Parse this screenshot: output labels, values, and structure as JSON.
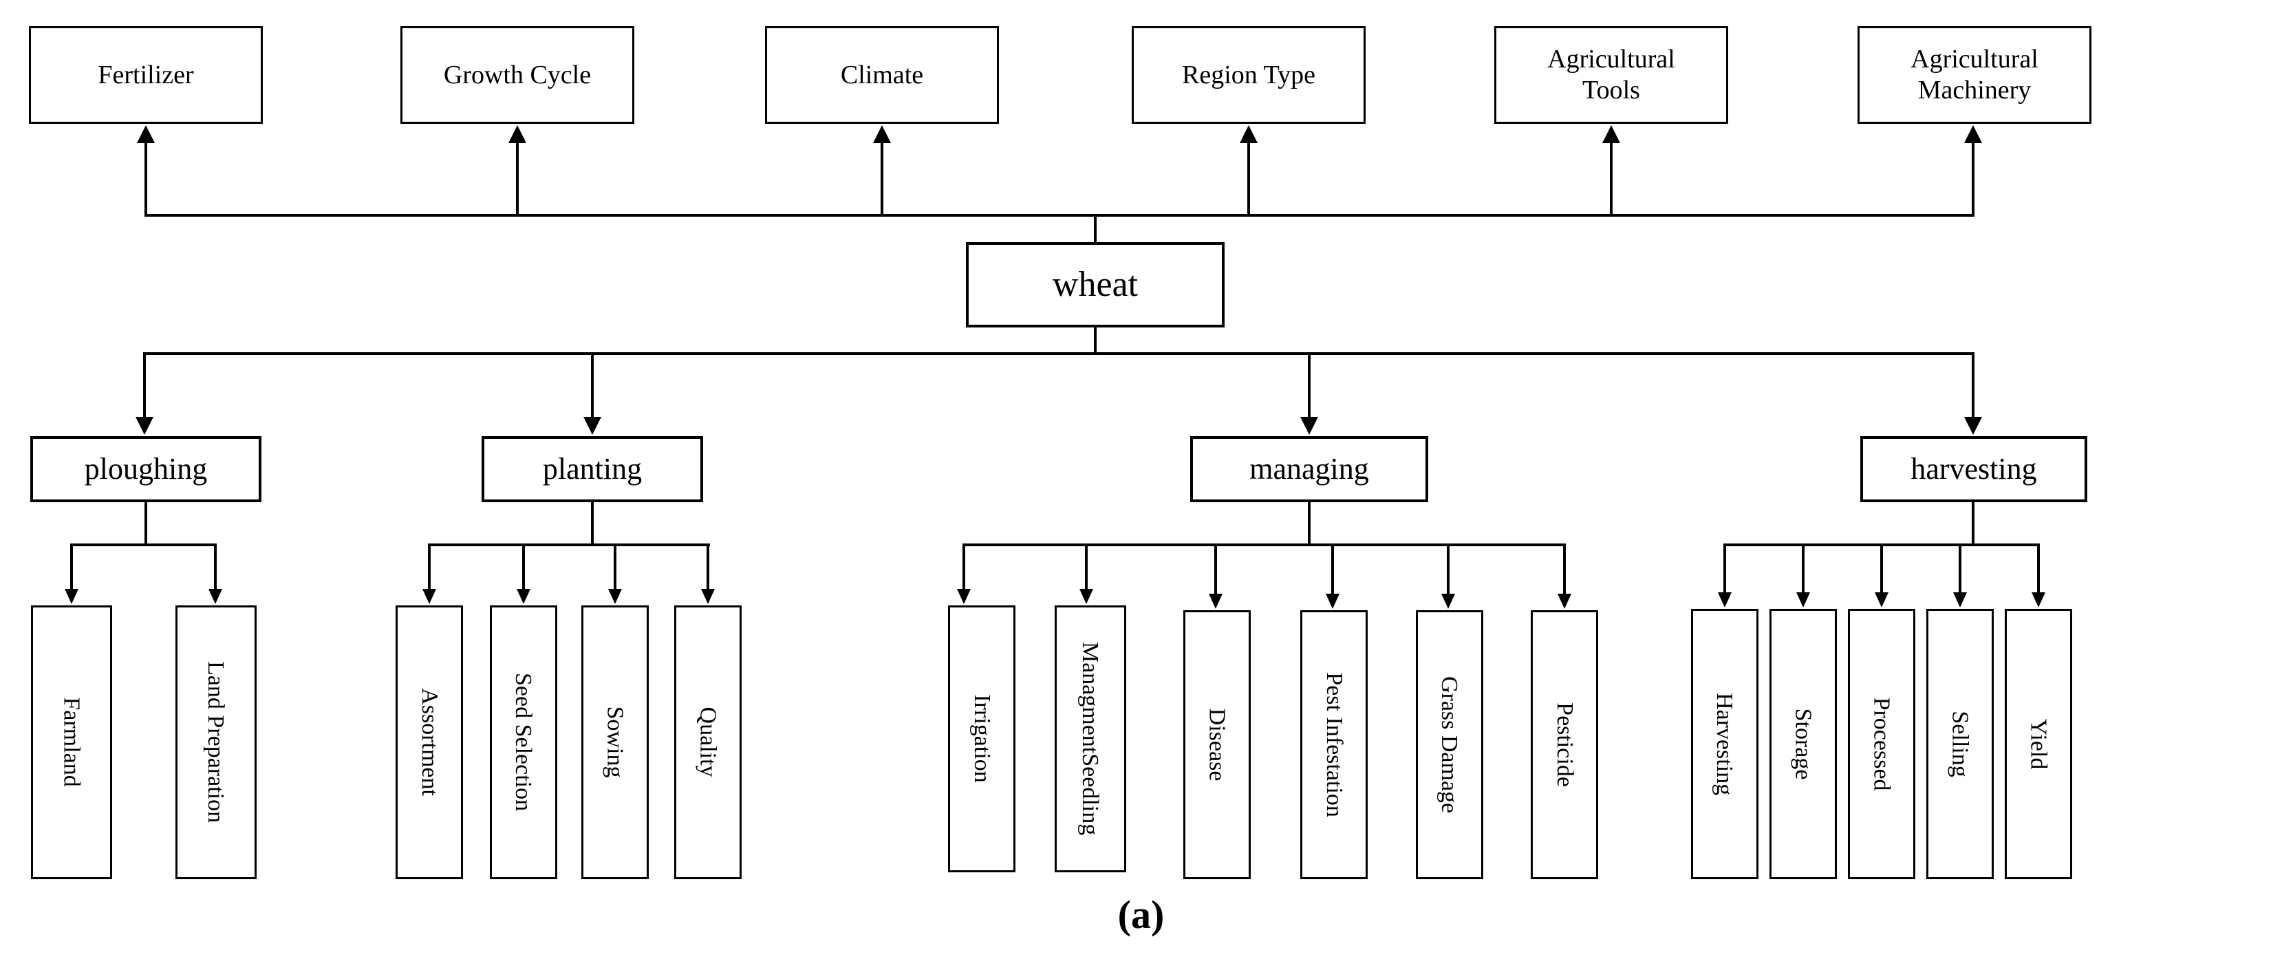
{
  "figure": {
    "caption": "(a)",
    "root": {
      "label": "wheat"
    },
    "attributes": [
      {
        "label": "Fertilizer"
      },
      {
        "label": "Growth Cycle"
      },
      {
        "label": "Climate"
      },
      {
        "label": "Region Type"
      },
      {
        "label": "Agricultural\nTools"
      },
      {
        "label": "Agricultural\nMachinery"
      }
    ],
    "stages": [
      {
        "label": "ploughing",
        "children": [
          {
            "label": "Farmland"
          },
          {
            "label": "Land Preparation"
          }
        ]
      },
      {
        "label": "planting",
        "children": [
          {
            "label": "Assortment"
          },
          {
            "label": "Seed Selection"
          },
          {
            "label": "Sowing"
          },
          {
            "label": "Quality"
          }
        ]
      },
      {
        "label": "managing",
        "children": [
          {
            "label": "Irrigation"
          },
          {
            "label": "Seedling",
            "label2": "Managment"
          },
          {
            "label": "Disease"
          },
          {
            "label": "Pest Infestation"
          },
          {
            "label": "Grass Damage"
          },
          {
            "label": "Pesticide"
          }
        ]
      },
      {
        "label": "harvesting",
        "children": [
          {
            "label": "Harvesting"
          },
          {
            "label": "Storage"
          },
          {
            "label": "Processed"
          },
          {
            "label": "Selling"
          },
          {
            "label": "Yield"
          }
        ]
      }
    ],
    "colors": {
      "stroke": "#000000",
      "fill": "#ffffff",
      "text": "#000000"
    }
  }
}
